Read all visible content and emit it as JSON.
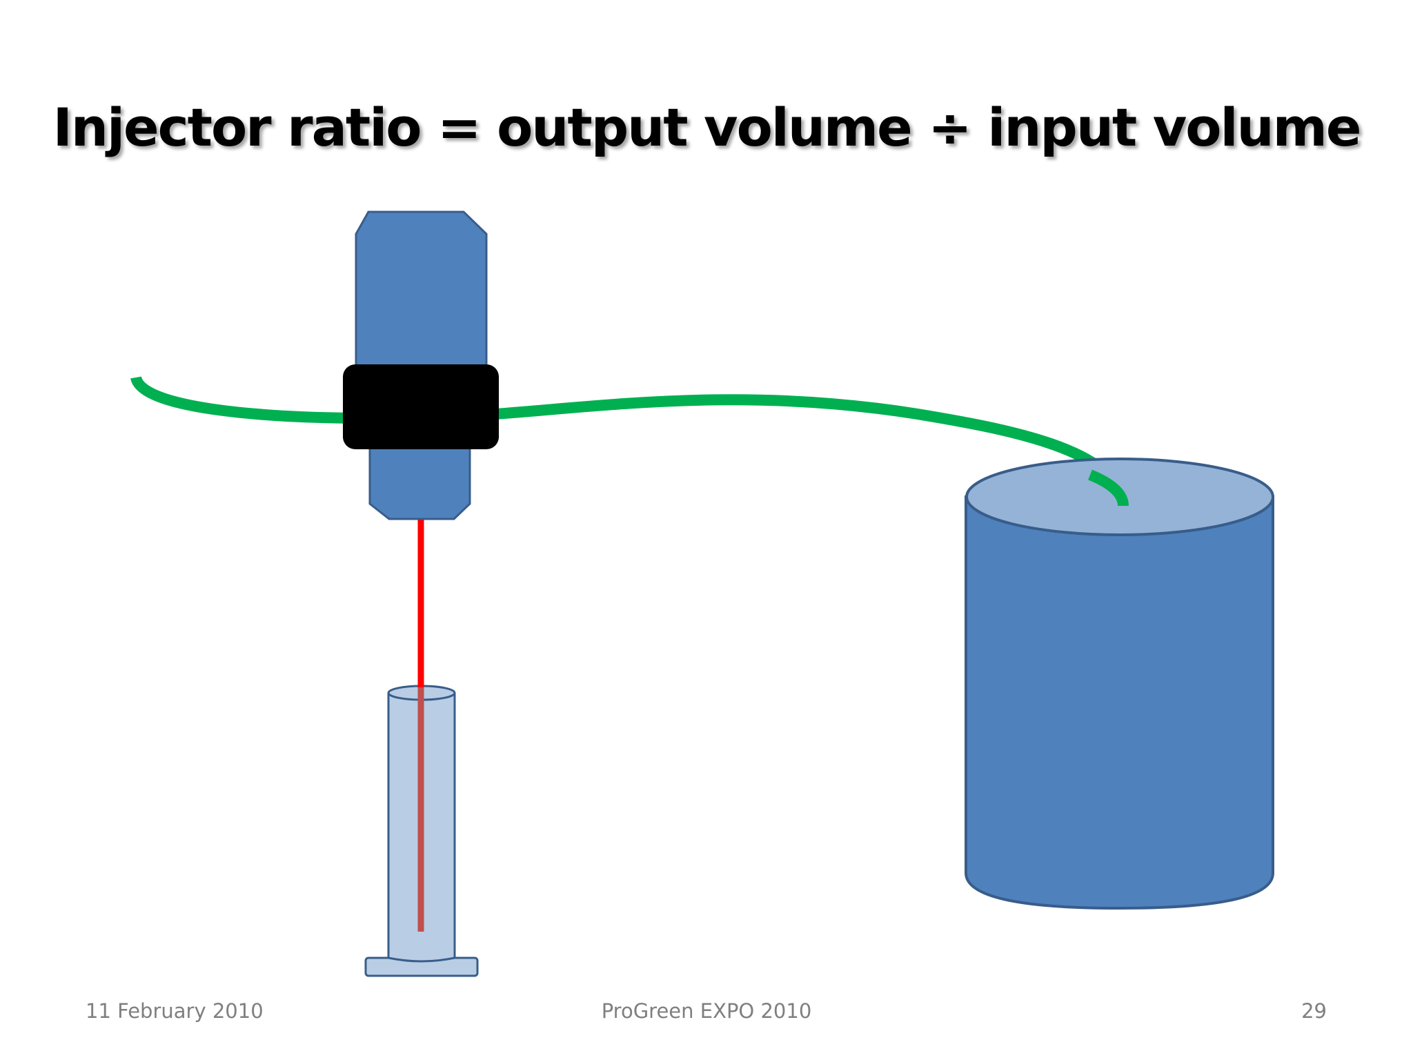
{
  "slide": {
    "title": "Injector ratio = output volume ÷ input volume",
    "footer": {
      "date": "11 February 2010",
      "event": "ProGreen EXPO 2010",
      "page_number": "29"
    }
  },
  "colors": {
    "shape_fill": "#4F81BD",
    "shape_stroke": "#385D8A",
    "light_fill": "#95B3D7",
    "tube_fill": "#B9CDE5",
    "hose": "#00B050",
    "clamp": "#000000",
    "pickup_line": "#FF0000"
  }
}
